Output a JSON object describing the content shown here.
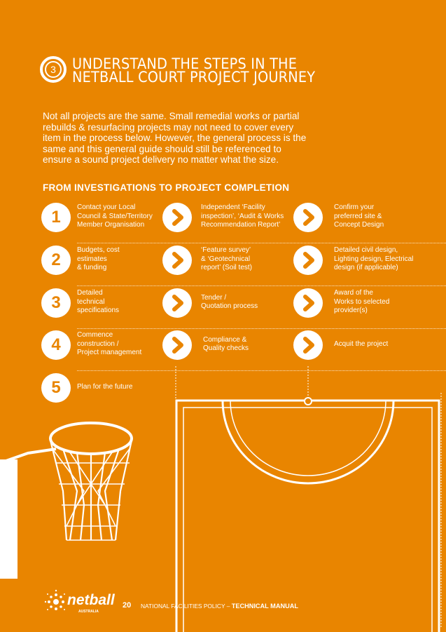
{
  "section": {
    "number": "3",
    "title_line1": "UNDERSTAND THE STEPS IN THE",
    "title_line2": "NETBALL COURT PROJECT JOURNEY"
  },
  "intro": "Not all projects are the same. Small remedial works or partial rebuilds & resurfacing projects may not need to cover every item in the process below. However, the general process is the same and this general guide should still be referenced to ensure a sound project delivery no matter what the size.",
  "subheading": "FROM INVESTIGATIONS TO PROJECT COMPLETION",
  "rows": [
    {
      "number": "1",
      "steps": [
        "Contact your Local\nCouncil & State/Territory\nMember Organisation",
        "Independent ‘Facility\ninspection’, ‘Audit & Works\nRecommendation Report’",
        "Confirm your\npreferred site &\nConcept Design"
      ]
    },
    {
      "number": "2",
      "steps": [
        "Budgets, cost\nestimates\n& funding",
        "‘Feature survey’\n& ‘Geotechnical\nreport’ (Soil test)",
        "Detailed civil design,\nLighting design, Electrical\ndesign (if applicable)"
      ]
    },
    {
      "number": "3",
      "steps": [
        "Detailed\ntechnical\nspecifications",
        "Tender /\nQuotation process",
        "Award of the\nWorks to selected\nprovider(s)"
      ]
    },
    {
      "number": "4",
      "steps": [
        "Commence\nconstruction /\nProject management",
        "Compliance &\nQuality checks",
        "Acquit the project"
      ]
    },
    {
      "number": "5",
      "steps": [
        "Plan for the future"
      ]
    }
  ],
  "footer": {
    "logo_text": "netball",
    "logo_sub": "AUSTRALIA",
    "page_number": "20",
    "doc_title_part1": "NATIONAL FACILITIES POLICY – ",
    "doc_title_part2": "TECHNICAL MANUAL"
  },
  "colors": {
    "background": "#E98500",
    "foreground": "#FFFFFF"
  }
}
